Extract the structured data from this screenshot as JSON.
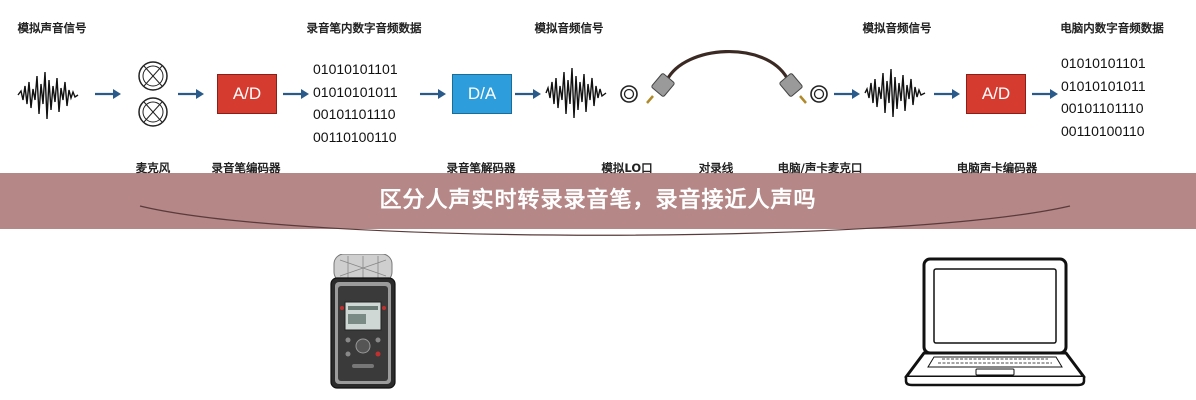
{
  "labels": {
    "analog_voice_signal": "模拟声音信号",
    "recorder_digital_data": "录音笔内数字音频数据",
    "analog_audio_signal_1": "模拟音频信号",
    "analog_audio_signal_2": "模拟音频信号",
    "computer_digital_data": "电脑内数字音频数据",
    "microphone": "麦克风",
    "recorder_encoder": "录音笔编码器",
    "recorder_decoder": "录音笔解码器",
    "analog_lo_port": "模拟LO口",
    "patch_cable": "对录线",
    "computer_mic_port": "电脑/声卡麦克口",
    "computer_sound_encoder": "电脑声卡编码器"
  },
  "boxes": {
    "ad1": "A/D",
    "da": "D/A",
    "ad2": "A/D"
  },
  "bits_left": [
    "01010101101",
    "01010101011",
    "00101101110",
    "00110100110"
  ],
  "bits_right": [
    "01010101101",
    "01010101011",
    "00101101110",
    "00110100110"
  ],
  "banner": {
    "title": "区分人声实时转录录音笔，录音接近人声吗"
  },
  "colors": {
    "ad_box": "#d63b2f",
    "da_box": "#2d9ddb",
    "arrow": "#2a5a8a",
    "banner": "#a56c6c"
  },
  "icons": {
    "waveform": "waveform-icon",
    "microphone": "microphone-capsule-icon",
    "jack": "audio-jack-icon",
    "cable": "audio-cable-icon",
    "recorder": "voice-recorder-device",
    "laptop": "laptop-icon"
  }
}
